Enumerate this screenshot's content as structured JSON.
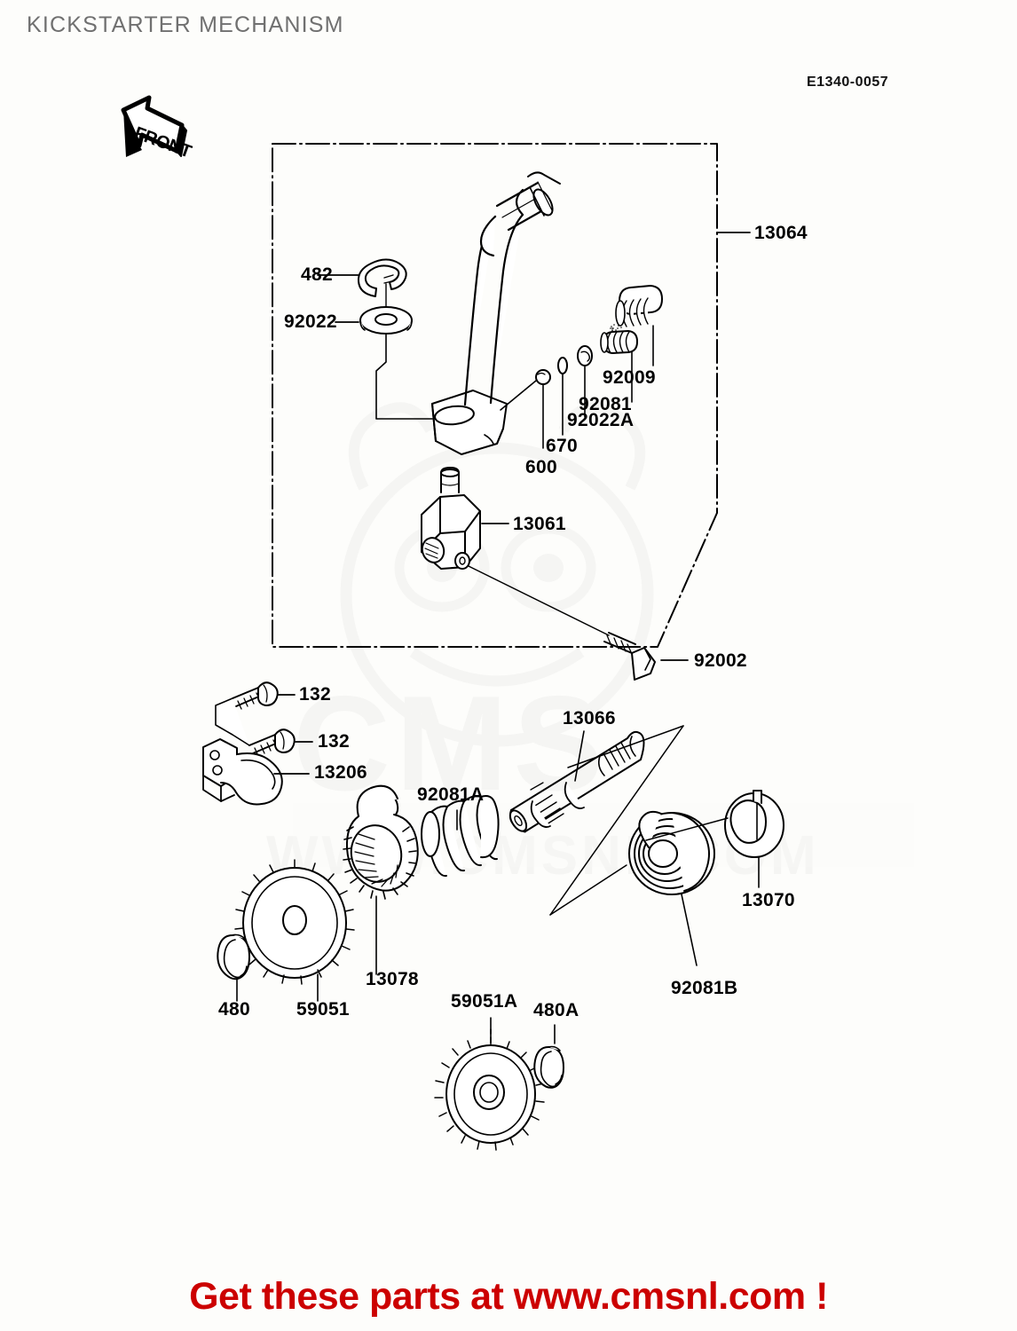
{
  "header": {
    "title": "KICKSTARTER MECHANISM",
    "reference_code": "E1340-0057"
  },
  "orientation_marker": {
    "label": "FRONT"
  },
  "footer": {
    "cta": "Get these parts at www.cmsnl.com !"
  },
  "watermark": {
    "text_top": "CMS",
    "text_bottom": "WWW.CMSNL.COM"
  },
  "diagram": {
    "assembly_box_label": "13064",
    "callouts": [
      {
        "id": "c482",
        "ref": "482",
        "part": "circlip-e-clip"
      },
      {
        "id": "c92022",
        "ref": "92022",
        "part": "washer"
      },
      {
        "id": "c92009",
        "ref": "92009",
        "part": "bolt"
      },
      {
        "id": "c92081",
        "ref": "92081",
        "part": "spring-small"
      },
      {
        "id": "c92022A",
        "ref": "92022A",
        "part": "washer-small"
      },
      {
        "id": "c670",
        "ref": "670",
        "part": "pin"
      },
      {
        "id": "c600",
        "ref": "600",
        "part": "steel-ball"
      },
      {
        "id": "c13064",
        "ref": "13064",
        "part": "kick-lever-assembly"
      },
      {
        "id": "c13061",
        "ref": "13061",
        "part": "kick-lever-holder"
      },
      {
        "id": "c92002",
        "ref": "92002",
        "part": "bolt-long"
      },
      {
        "id": "c132a",
        "ref": "132",
        "part": "screw-upper"
      },
      {
        "id": "c132b",
        "ref": "132",
        "part": "screw-lower"
      },
      {
        "id": "c13206",
        "ref": "13206",
        "part": "guide-bracket"
      },
      {
        "id": "c92081A",
        "ref": "92081A",
        "part": "spring-coil"
      },
      {
        "id": "c13066",
        "ref": "13066",
        "part": "kick-shaft"
      },
      {
        "id": "c13070",
        "ref": "13070",
        "part": "spring-guide"
      },
      {
        "id": "c92081B",
        "ref": "92081B",
        "part": "return-spring"
      },
      {
        "id": "c13078",
        "ref": "13078",
        "part": "ratchet-wheel"
      },
      {
        "id": "c59051",
        "ref": "59051",
        "part": "kick-gear"
      },
      {
        "id": "c480",
        "ref": "480",
        "part": "circlip"
      },
      {
        "id": "c59051A",
        "ref": "59051A",
        "part": "kick-idle-gear"
      },
      {
        "id": "c480A",
        "ref": "480A",
        "part": "circlip-small"
      }
    ]
  }
}
